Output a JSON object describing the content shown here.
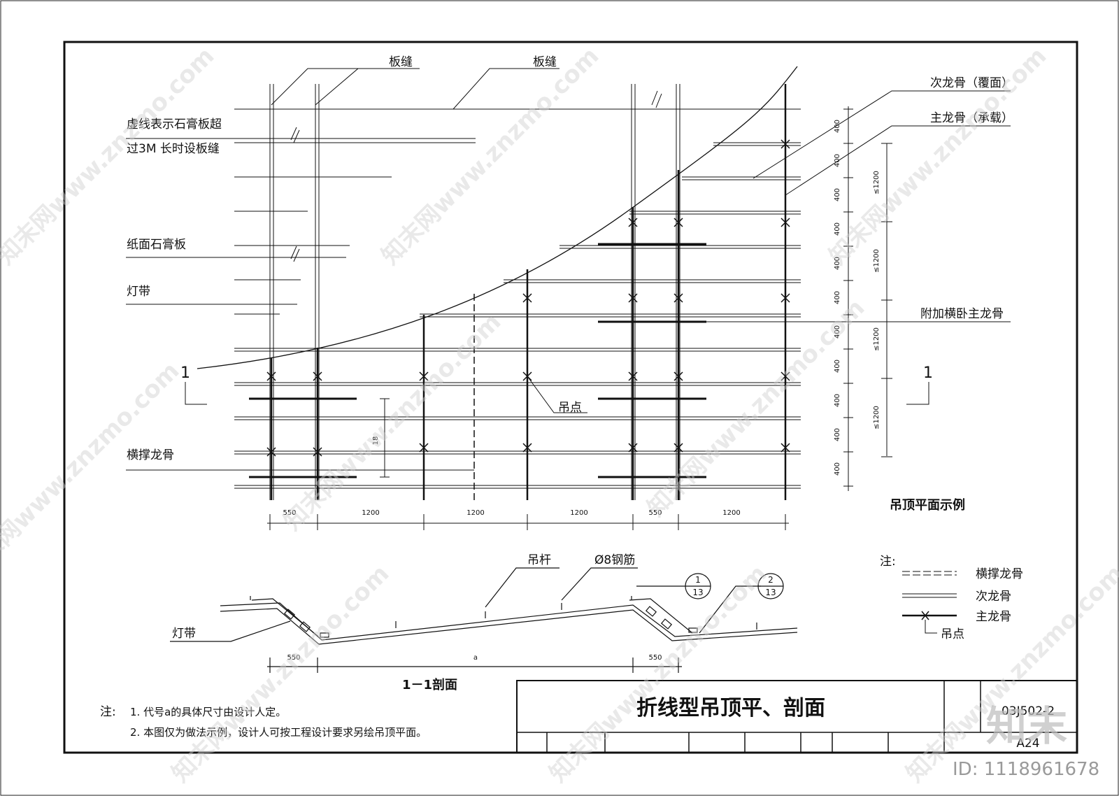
{
  "labels": {
    "board_seam_1": "板缝",
    "board_seam_2": "板缝",
    "dashed_note_line1": "虚线表示石膏板超",
    "dashed_note_line2": "过3M 长时设板缝",
    "gypsum_board": "纸面石膏板",
    "light_strip": "灯带",
    "cross_brace": "横撑龙骨",
    "hanging_point": "吊点",
    "secondary_keel": "次龙骨（覆面）",
    "main_keel": "主龙骨（承载）",
    "extra_main_keel": "附加横卧主龙骨",
    "section_mark_left": "1",
    "section_mark_right": "1",
    "plan_caption": "吊顶平面示例",
    "section_caption": "1－1剖面",
    "hanger_rod": "吊杆",
    "rebar": "Ø8钢筋",
    "light_strip_section": "灯带"
  },
  "plan_dims_bottom": [
    "550",
    "1200",
    "1200",
    "1200",
    "550",
    "1200"
  ],
  "plan_dims_right": [
    "400",
    "400",
    "400",
    "400",
    "400",
    "400",
    "400",
    "400",
    "400",
    "400",
    "400"
  ],
  "plan_dims_right_outer": [
    "≤1200",
    "≤1200",
    "≤1200",
    "≤1200"
  ],
  "plan_dim_inner": "18",
  "section_dims": [
    "550",
    "a",
    "550"
  ],
  "detail_callouts": [
    {
      "top": "1",
      "bottom": "13"
    },
    {
      "top": "2",
      "bottom": "13"
    }
  ],
  "legend": {
    "title": "注:",
    "items": [
      {
        "symbol": "=====",
        "label": "横撑龙骨"
      },
      {
        "symbol": "double-line",
        "label": "次龙骨"
      },
      {
        "symbol": "x-line",
        "label": "主龙骨"
      }
    ],
    "point_label": "吊点"
  },
  "notes": {
    "title": "注:",
    "items": [
      "1. 代号a的具体尺寸由设计人定。",
      "2. 本图仅为做法示例，设计人可按工程设计要求另绘吊顶平面。"
    ]
  },
  "title_block": {
    "title": "折线型吊顶平、剖面",
    "code": "03J502-2",
    "page": "A24"
  },
  "watermark": {
    "text": "知末网www.znzmo.com",
    "logo": "知末",
    "id": "ID: 1118961678"
  },
  "colors": {
    "line": "#111111",
    "watermark": "#cfcfcf"
  }
}
